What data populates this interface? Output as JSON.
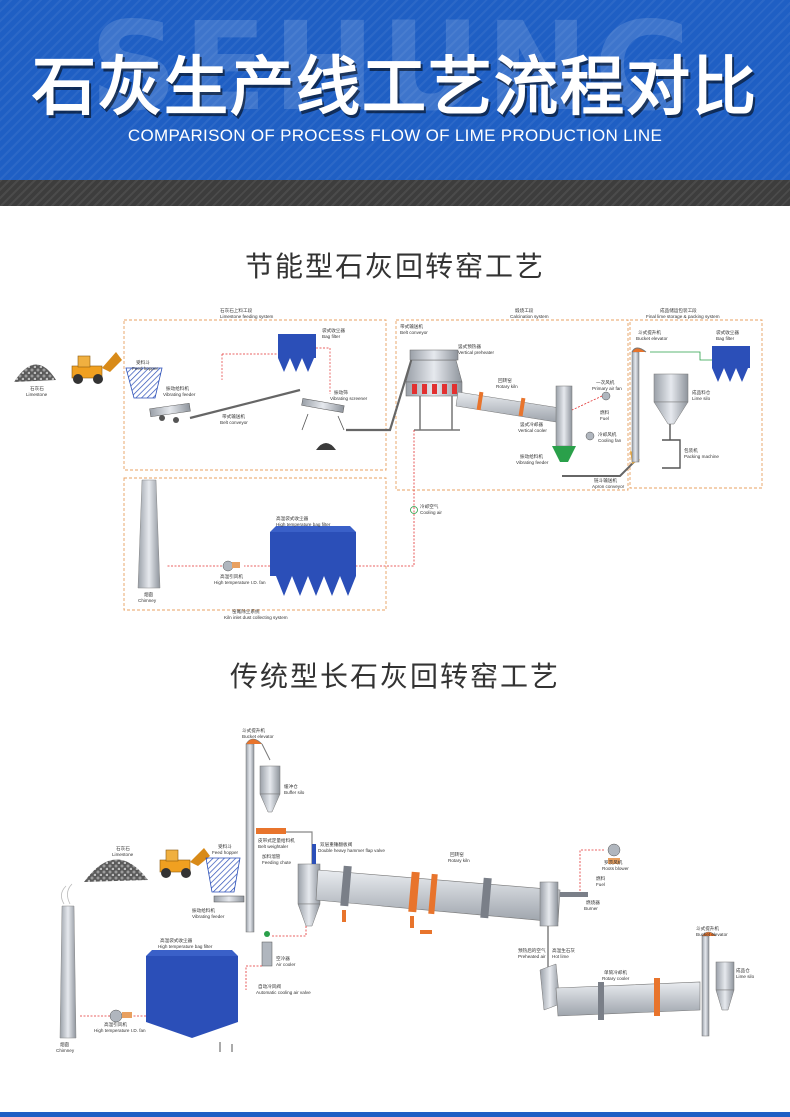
{
  "banner": {
    "watermark": "SEHUNG",
    "title": "石灰生产线工艺流程对比",
    "subtitle": "COMPARISON OF PROCESS FLOW OF LIME PRODUCTION LINE"
  },
  "sections": [
    {
      "heading": "节能型石灰回转窑工艺",
      "systems": {
        "feeding": {
          "cn": "石灰石上料工段",
          "en": "Limestone feeding system"
        },
        "calcination": {
          "cn": "煅烧工段",
          "en": "Calcination system"
        },
        "storage": {
          "cn": "成品储运包装工段",
          "en": "Final lime storage & packing system"
        },
        "dust": {
          "cn": "窑尾除尘系统",
          "en": "Kiln inlet dust collecting system"
        }
      },
      "labels": {
        "limestone": {
          "cn": "石灰石",
          "en": "Limestone"
        },
        "feed_hopper": {
          "cn": "受料斗",
          "en": "Feed hopper"
        },
        "vibrating_feeder": {
          "cn": "振动给料机",
          "en": "Vibrating feeder"
        },
        "belt_conveyor1": {
          "cn": "带式输送机",
          "en": "Belt conveyor"
        },
        "bag_filter1": {
          "cn": "袋式收尘器",
          "en": "Bag filter"
        },
        "vibrating_screener": {
          "cn": "振动筛",
          "en": "Vibrating screener"
        },
        "belt_conveyor2": {
          "cn": "带式输送机",
          "en": "Belt conveyor"
        },
        "vertical_preheater": {
          "cn": "竖式预热器",
          "en": "Vertical preheater"
        },
        "rotary_kiln": {
          "cn": "回转窑",
          "en": "Rotary kiln"
        },
        "primary_air_fan": {
          "cn": "一次风机",
          "en": "Primary air fan"
        },
        "fuel": {
          "cn": "燃料",
          "en": "Fuel"
        },
        "vertical_cooler": {
          "cn": "竖式冷却器",
          "en": "Vertical cooler"
        },
        "cooling_fan": {
          "cn": "冷却风机",
          "en": "Cooling fan"
        },
        "vibrating_feeder2": {
          "cn": "振动给料机",
          "en": "Vibrating feeder"
        },
        "apron_conveyor": {
          "cn": "链斗输送机",
          "en": "Apron conveyor"
        },
        "bucket_elevator": {
          "cn": "斗式提升机",
          "en": "Bucket elevator"
        },
        "bag_filter2": {
          "cn": "袋式收尘器",
          "en": "Bag filter"
        },
        "lime_silo": {
          "cn": "成品料仓",
          "en": "Lime silo"
        },
        "packing_machine": {
          "cn": "包装机",
          "en": "Packing machine"
        },
        "cooling_air": {
          "cn": "冷却空气",
          "en": "Cooling air"
        },
        "hot_bag_filter": {
          "cn": "高温袋式收尘器",
          "en": "High temperature bag filter"
        },
        "chimney": {
          "cn": "烟囱",
          "en": "Chimney"
        },
        "id_fan": {
          "cn": "高温引风机",
          "en": "High temperature I.D. fan"
        }
      }
    },
    {
      "heading": "传统型长石灰回转窑工艺",
      "labels": {
        "bucket_elevator": {
          "cn": "斗式提升机",
          "en": "Bucket elevator"
        },
        "buffer_silo": {
          "cn": "缓冲仓",
          "en": "Buffer silo"
        },
        "belt_weightaler": {
          "cn": "皮带式定量给料机",
          "en": "Belt weightaler"
        },
        "feeding_chute": {
          "cn": "加料溜管",
          "en": "Feeding chute"
        },
        "limestone": {
          "cn": "石灰石",
          "en": "Limestone"
        },
        "feed_hopper": {
          "cn": "受料斗",
          "en": "Feed hopper"
        },
        "vibrating_feeder": {
          "cn": "振动给料机",
          "en": "Vibrating feeder"
        },
        "flap_valve": {
          "cn": "双层重锤翻板阀",
          "en": "Double heavy hammer flap valve"
        },
        "rotary_kiln": {
          "cn": "回转窑",
          "en": "Rotary kiln"
        },
        "roots_blower": {
          "cn": "罗茨风机",
          "en": "Roots blower"
        },
        "fuel": {
          "cn": "燃料",
          "en": "Fuel"
        },
        "burner": {
          "cn": "燃烧器",
          "en": "Burner"
        },
        "preheated_air": {
          "cn": "预热后的空气",
          "en": "Preheated air"
        },
        "hot_lime": {
          "cn": "高温生石灰",
          "en": "Hot lime"
        },
        "hot_bag_filter": {
          "cn": "高温袋式收尘器",
          "en": "High temperature bag filter"
        },
        "air_cooler": {
          "cn": "空冷器",
          "en": "Air cooler"
        },
        "auto_valve": {
          "cn": "自动冷风阀",
          "en": "Automatic cooling air valve"
        },
        "chimney": {
          "cn": "烟囱",
          "en": "Chimney"
        },
        "id_fan": {
          "cn": "高温引风机",
          "en": "High temperature I.D. fan"
        },
        "rotary_cooler": {
          "cn": "单筒冷却机",
          "en": "Rotary cooler"
        },
        "bucket_elevator2": {
          "cn": "斗式提升机",
          "en": "Bucket elevator"
        },
        "lime_silo": {
          "cn": "成品仓",
          "en": "Lime silo"
        }
      }
    }
  ],
  "colors": {
    "banner_blue": "#1f5fc4",
    "stripe_dark": "#3d3d3d",
    "equipment_blue": "#2b4fb8",
    "kiln_band_orange": "#e8742c",
    "flow_red": "#e23030",
    "flow_green": "#2aa04a",
    "pipe_gray": "#c8ccd2",
    "dash_orange": "#e8a060"
  }
}
